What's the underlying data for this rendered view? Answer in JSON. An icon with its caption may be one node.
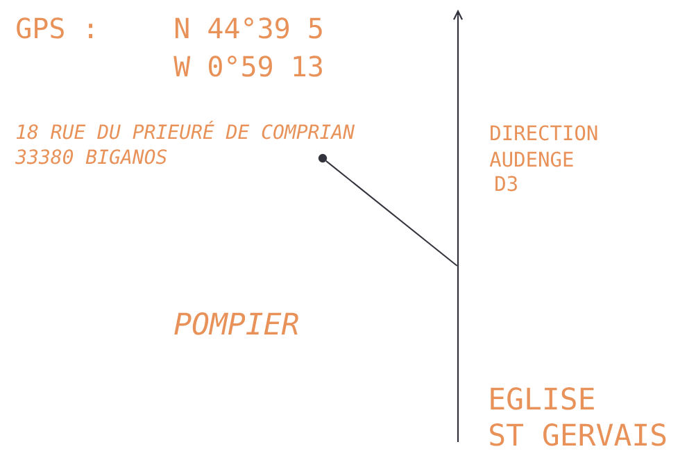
{
  "diagram": {
    "nodes": [
      {
        "text": [],
        "shape": "circle"
      },
      {
        "text": [],
        "shape": "bar"
      }
    ],
    "edges": [
      {
        "from": 0,
        "to": 1,
        "arrow": "none"
      }
    ],
    "labels": [
      "GPS :",
      "N 44°39 5",
      "W 0°59 13",
      "18 RUE DU PRIEURÉ DE COMPRIAN",
      "33380 BIGANOS",
      "DIRECTION",
      "AUDENGE",
      "D3",
      "POMPIER",
      "EGLISE",
      "ST GERVAIS"
    ]
  }
}
